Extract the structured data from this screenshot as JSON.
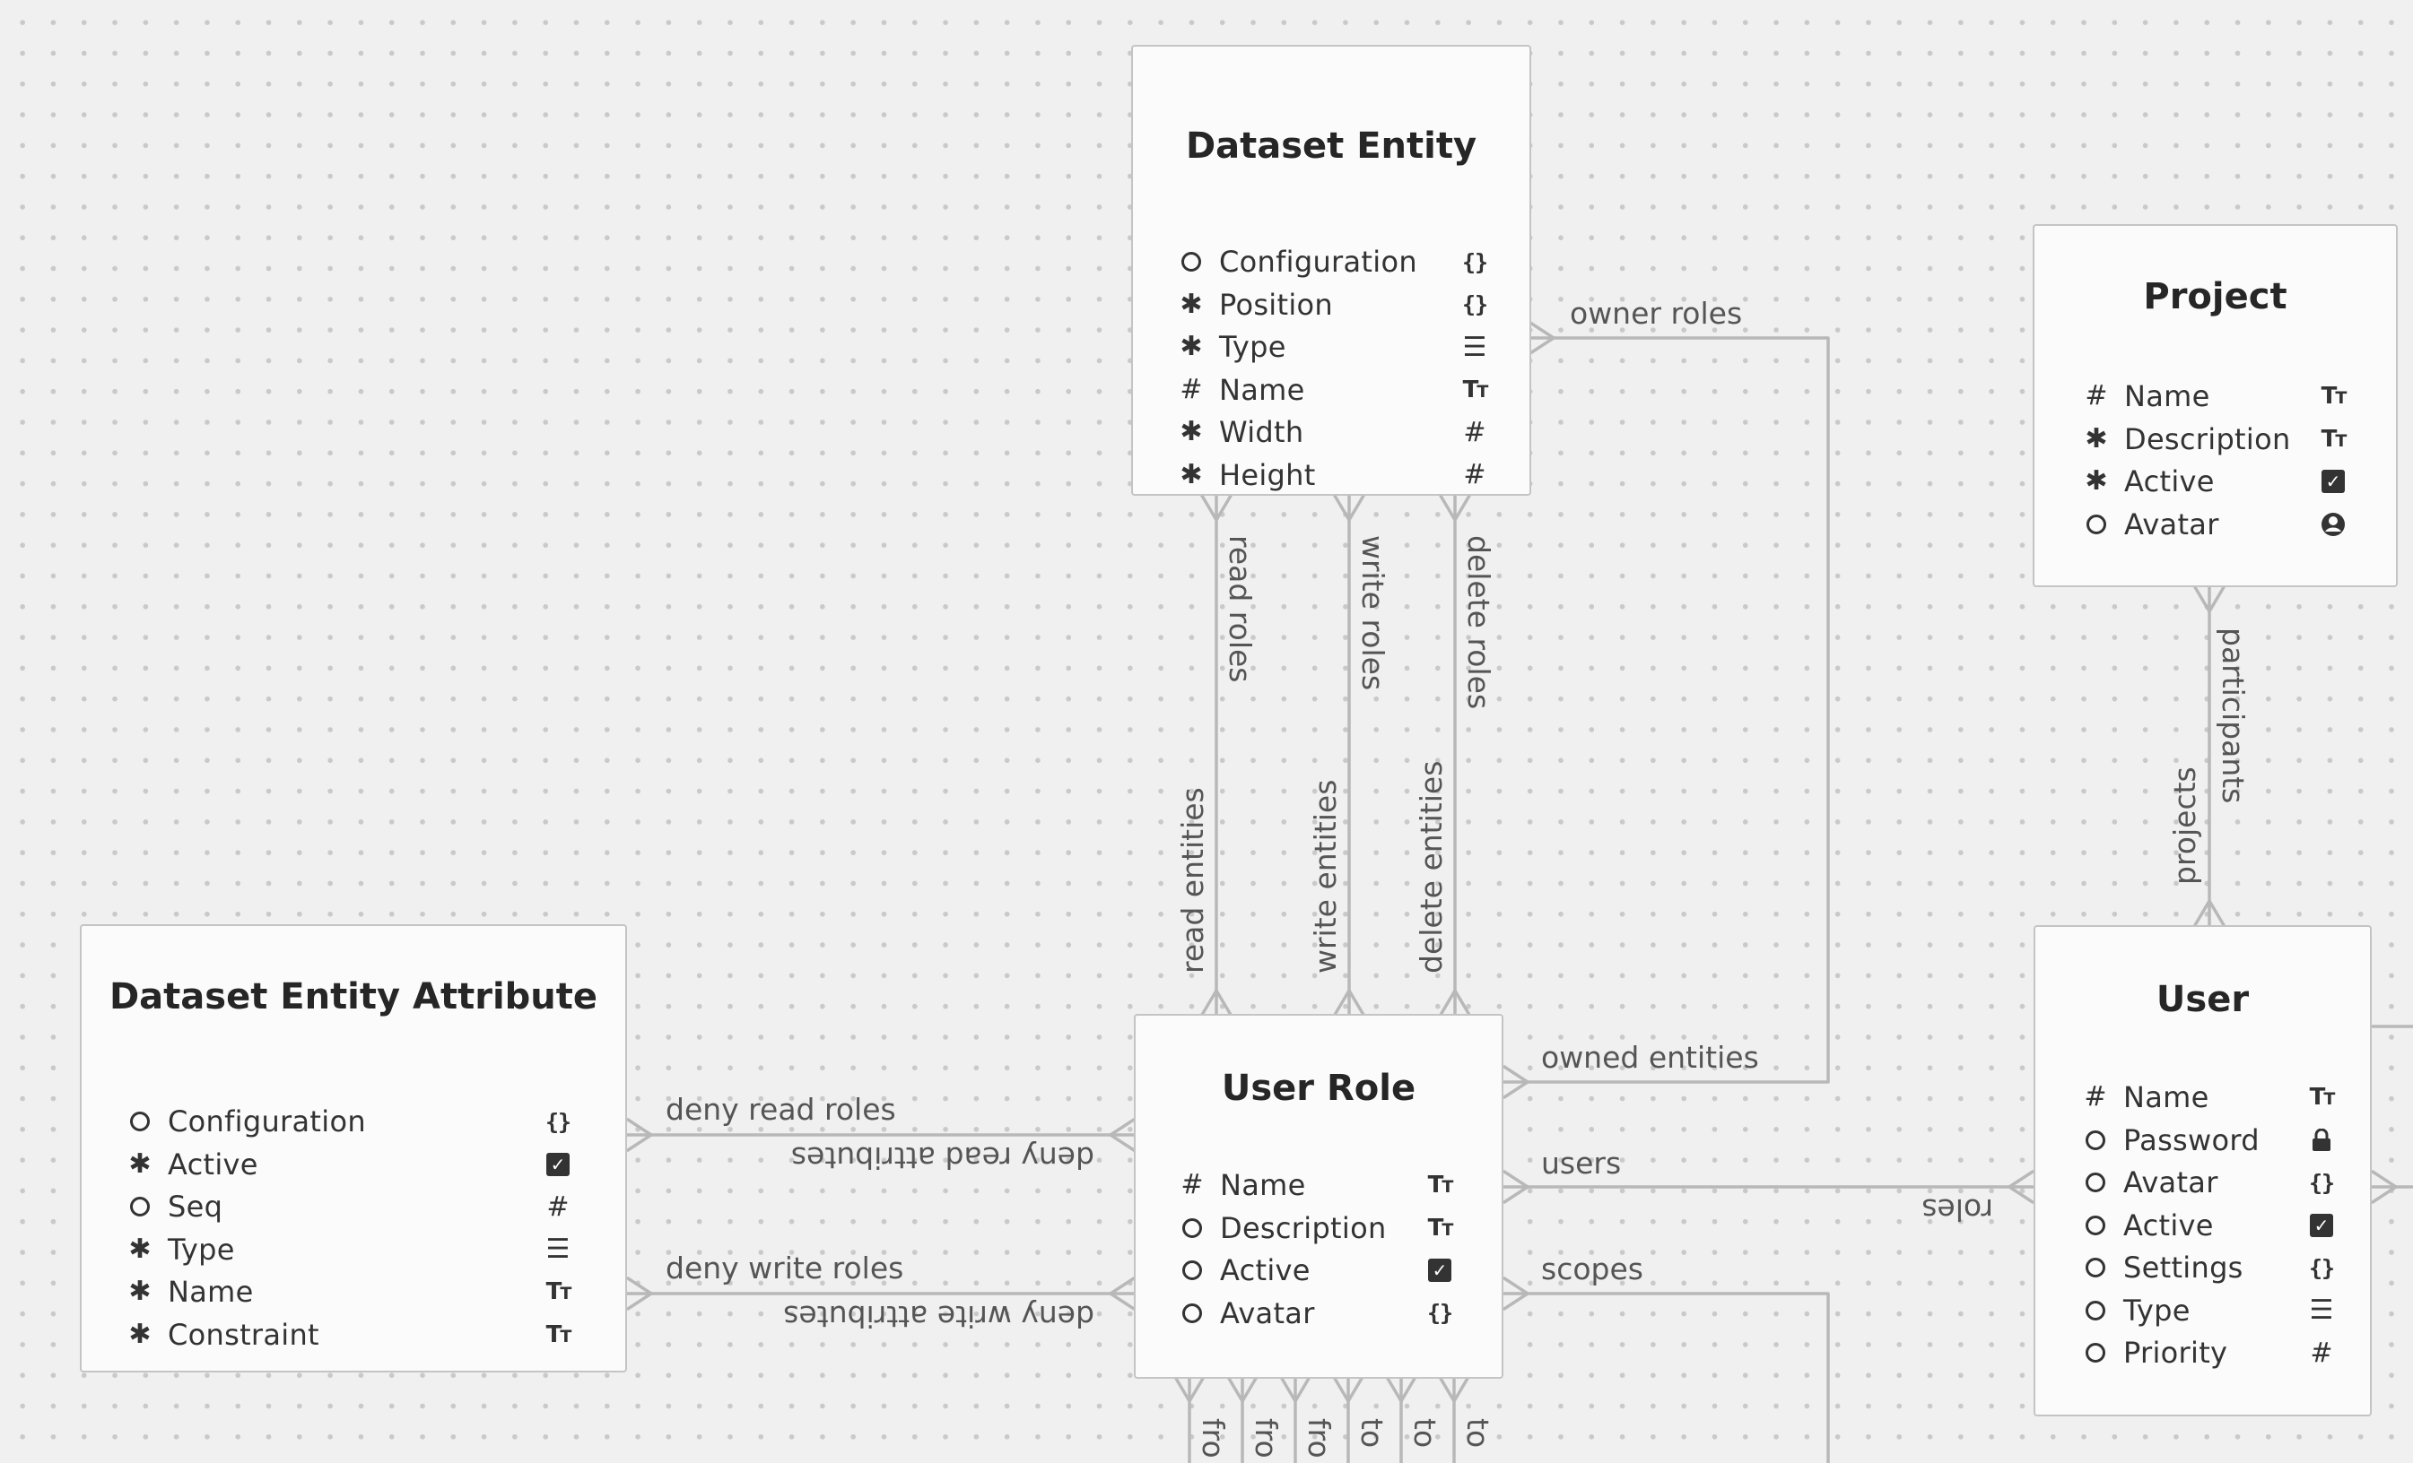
{
  "entities": {
    "dataset_entity": {
      "title": "Dataset Entity",
      "attributes": [
        {
          "marker": "optional",
          "name": "Configuration",
          "type_icon": "json-icon"
        },
        {
          "marker": "required",
          "name": "Position",
          "type_icon": "json-icon"
        },
        {
          "marker": "required",
          "name": "Type",
          "type_icon": "list-icon"
        },
        {
          "marker": "unique",
          "name": "Name",
          "type_icon": "text-icon"
        },
        {
          "marker": "required",
          "name": "Width",
          "type_icon": "number-icon"
        },
        {
          "marker": "required",
          "name": "Height",
          "type_icon": "number-icon"
        }
      ]
    },
    "project": {
      "title": "Project",
      "attributes": [
        {
          "marker": "unique",
          "name": "Name",
          "type_icon": "text-icon"
        },
        {
          "marker": "required",
          "name": "Description",
          "type_icon": "text-icon"
        },
        {
          "marker": "required",
          "name": "Active",
          "type_icon": "checkbox-icon"
        },
        {
          "marker": "optional",
          "name": "Avatar",
          "type_icon": "avatar-icon"
        }
      ]
    },
    "dataset_entity_attribute": {
      "title": "Dataset Entity Attribute",
      "attributes": [
        {
          "marker": "optional",
          "name": "Configuration",
          "type_icon": "json-icon"
        },
        {
          "marker": "required",
          "name": "Active",
          "type_icon": "checkbox-icon"
        },
        {
          "marker": "optional",
          "name": "Seq",
          "type_icon": "number-icon"
        },
        {
          "marker": "required",
          "name": "Type",
          "type_icon": "list-icon"
        },
        {
          "marker": "required",
          "name": "Name",
          "type_icon": "text-icon"
        },
        {
          "marker": "required",
          "name": "Constraint",
          "type_icon": "text-icon"
        }
      ]
    },
    "user_role": {
      "title": "User Role",
      "attributes": [
        {
          "marker": "unique",
          "name": "Name",
          "type_icon": "text-icon"
        },
        {
          "marker": "optional",
          "name": "Description",
          "type_icon": "text-icon"
        },
        {
          "marker": "optional",
          "name": "Active",
          "type_icon": "checkbox-icon"
        },
        {
          "marker": "optional",
          "name": "Avatar",
          "type_icon": "json-icon"
        }
      ]
    },
    "user": {
      "title": "User",
      "attributes": [
        {
          "marker": "unique",
          "name": "Name",
          "type_icon": "text-icon"
        },
        {
          "marker": "optional",
          "name": "Password",
          "type_icon": "lock-icon"
        },
        {
          "marker": "optional",
          "name": "Avatar",
          "type_icon": "json-icon"
        },
        {
          "marker": "optional",
          "name": "Active",
          "type_icon": "checkbox-icon"
        },
        {
          "marker": "optional",
          "name": "Settings",
          "type_icon": "json-icon"
        },
        {
          "marker": "optional",
          "name": "Type",
          "type_icon": "list-icon"
        },
        {
          "marker": "optional",
          "name": "Priority",
          "type_icon": "number-icon"
        }
      ]
    }
  },
  "relations": {
    "owner_roles": "owner roles",
    "owned_entities": "owned entities",
    "read_roles": "read roles",
    "write_roles": "write roles",
    "delete_roles": "delete roles",
    "read_entities": "read entities",
    "write_entities": "write entities",
    "delete_entities": "delete entities",
    "participants": "participants",
    "projects": "projects",
    "deny_read_roles": "deny read roles",
    "deny_read_attributes": "deny read attributes",
    "deny_write_roles": "deny write roles",
    "deny_write_attributes": "deny write attributes",
    "users": "users",
    "roles": "roles",
    "scopes": "scopes",
    "truncated": [
      "fro",
      "fro",
      "fro",
      "to",
      "to",
      "to"
    ]
  },
  "colors": {
    "background": "#f0f0f0",
    "grid_dot": "#c9c9c9",
    "card": "#fbfbfb",
    "card_border": "#c4c4c4",
    "connector": "#b8b8b8",
    "text": "#333333"
  }
}
